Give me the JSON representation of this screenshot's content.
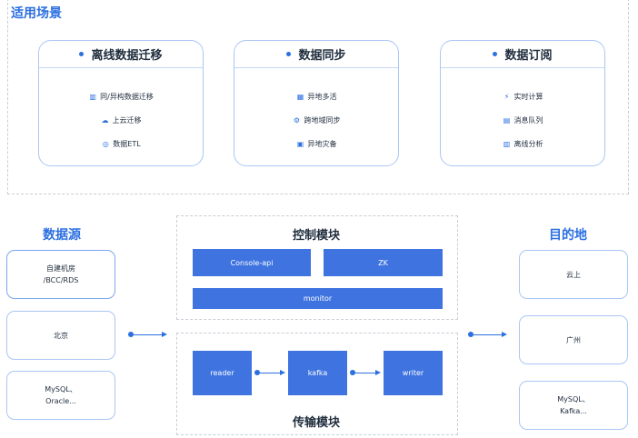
{
  "scenarios": {
    "title": "适用场景",
    "cards": [
      {
        "title": "离线数据迁移",
        "items": [
          {
            "icon": "database-icon",
            "glyph": "▥",
            "label": "同/异构数据迁移"
          },
          {
            "icon": "cloud-icon",
            "glyph": "☁",
            "label": "上云迁移"
          },
          {
            "icon": "etl-icon",
            "glyph": "◎",
            "label": "数据ETL"
          }
        ]
      },
      {
        "title": "数据同步",
        "items": [
          {
            "icon": "multi-active-icon",
            "glyph": "▦",
            "label": "异地多活"
          },
          {
            "icon": "cross-domain-icon",
            "glyph": "⚙",
            "label": "跨地域同步"
          },
          {
            "icon": "disaster-recovery-icon",
            "glyph": "▣",
            "label": "异地灾备"
          }
        ]
      },
      {
        "title": "数据订阅",
        "items": [
          {
            "icon": "realtime-compute-icon",
            "glyph": "⚡",
            "label": "实时计算"
          },
          {
            "icon": "message-queue-icon",
            "glyph": "▤",
            "label": "消息队列"
          },
          {
            "icon": "offline-analysis-icon",
            "glyph": "▥",
            "label": "离线分析"
          }
        ]
      }
    ]
  },
  "source": {
    "title": "数据源",
    "boxes": [
      "自建机房\n/BCC/RDS",
      "北京",
      "MySQL、\nOracle..."
    ]
  },
  "control": {
    "title": "控制模块",
    "blocks": [
      "Console-api",
      "ZK",
      "monitor"
    ]
  },
  "transfer": {
    "title": "传输模块",
    "blocks": [
      "reader",
      "kafka",
      "writer"
    ]
  },
  "destination": {
    "title": "目的地",
    "boxes": [
      "云上",
      "广州",
      "MySQL、\nKafka..."
    ]
  },
  "colors": {
    "accent": "#2c6fe0",
    "block": "#3f74e0",
    "card_border": "#a9c7f5"
  }
}
